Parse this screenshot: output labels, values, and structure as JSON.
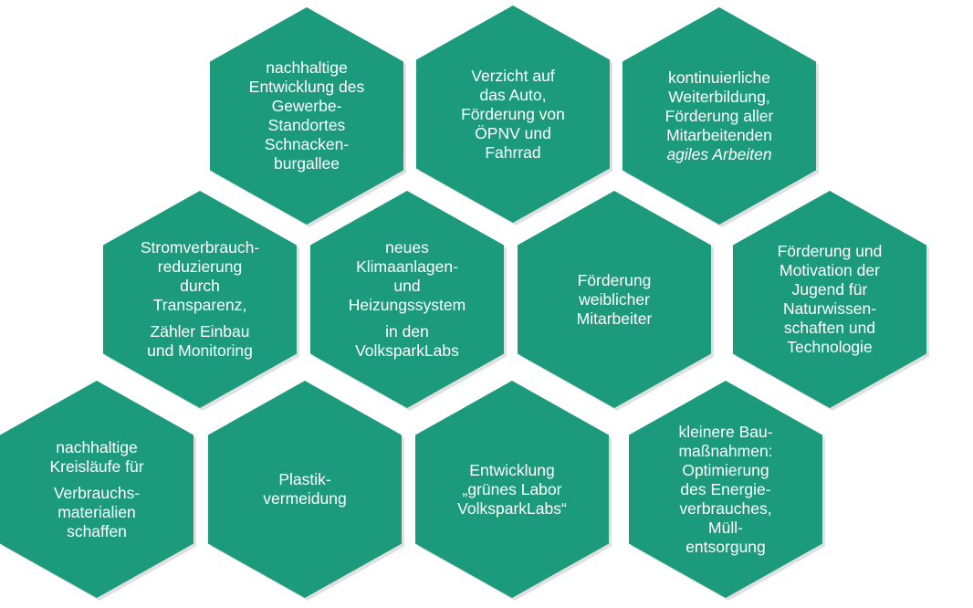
{
  "colors": {
    "hex_fill": "#1b9a7c",
    "text": "#ffffff",
    "background": "#ffffff"
  },
  "hexagons": [
    {
      "id": "h1",
      "lines": [
        "nachhaltige",
        "Entwicklung des",
        "Gewerbe-",
        "Standortes",
        "Schnacken-",
        "burgallee"
      ],
      "italic_lines": [],
      "gap_after": []
    },
    {
      "id": "h2",
      "lines": [
        "Verzicht auf",
        "das Auto,",
        "Förderung von",
        "ÖPNV und",
        "Fahrrad"
      ],
      "italic_lines": [],
      "gap_after": []
    },
    {
      "id": "h3",
      "lines": [
        "kontinuierliche",
        "Weiterbildung,",
        "Förderung aller",
        "Mitarbeitenden",
        "agiles Arbeiten"
      ],
      "italic_lines": [
        4
      ],
      "gap_after": []
    },
    {
      "id": "h4",
      "lines": [
        "Stromverbrauch-",
        "reduzierung",
        "durch",
        "Transparenz,",
        "Zähler Einbau",
        "und Monitoring"
      ],
      "italic_lines": [],
      "gap_after": [
        3
      ]
    },
    {
      "id": "h5",
      "lines": [
        "neues",
        "Klimaanlagen-",
        "und",
        "Heizungssystem",
        "in den",
        "VolksparkLabs"
      ],
      "italic_lines": [],
      "gap_after": [
        3
      ]
    },
    {
      "id": "h6",
      "lines": [
        "Förderung",
        "weiblicher",
        "Mitarbeiter"
      ],
      "italic_lines": [],
      "gap_after": []
    },
    {
      "id": "h7",
      "lines": [
        "Förderung und",
        "Motivation der",
        "Jugend für",
        "Naturwissen-",
        "schaften und",
        "Technologie"
      ],
      "italic_lines": [],
      "gap_after": []
    },
    {
      "id": "h8",
      "lines": [
        "nachhaltige",
        "Kreisläufe für",
        "Verbrauchs-",
        "materialien",
        "schaffen"
      ],
      "italic_lines": [],
      "gap_after": [
        1
      ]
    },
    {
      "id": "h9",
      "lines": [
        "Plastik-",
        "vermeidung"
      ],
      "italic_lines": [],
      "gap_after": []
    },
    {
      "id": "h10",
      "lines": [
        "Entwicklung",
        "„grünes Labor",
        "VolksparkLabs“"
      ],
      "italic_lines": [],
      "gap_after": []
    },
    {
      "id": "h11",
      "lines": [
        "kleinere Bau-",
        "maßnahmen:",
        "Optimierung",
        "des Energie-",
        "verbrauches,",
        "Müll-",
        "entsorgung"
      ],
      "italic_lines": [],
      "gap_after": []
    }
  ]
}
